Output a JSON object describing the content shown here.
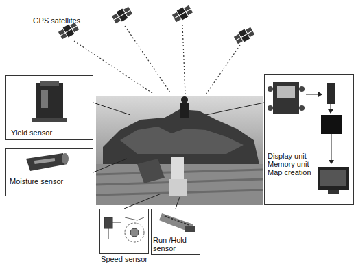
{
  "diagram": {
    "nodes": [
      {
        "text": [
          "Yield sensor"
        ]
      },
      {
        "text": [
          "Moisture sensor"
        ]
      },
      {
        "text": [
          "Speed sensor"
        ]
      },
      {
        "text": [
          "Run /Hold sensor"
        ]
      },
      {
        "text": [
          "Display unit Memory unit Map creation"
        ]
      }
    ],
    "labels": [
      "GPS satellites"
    ]
  }
}
